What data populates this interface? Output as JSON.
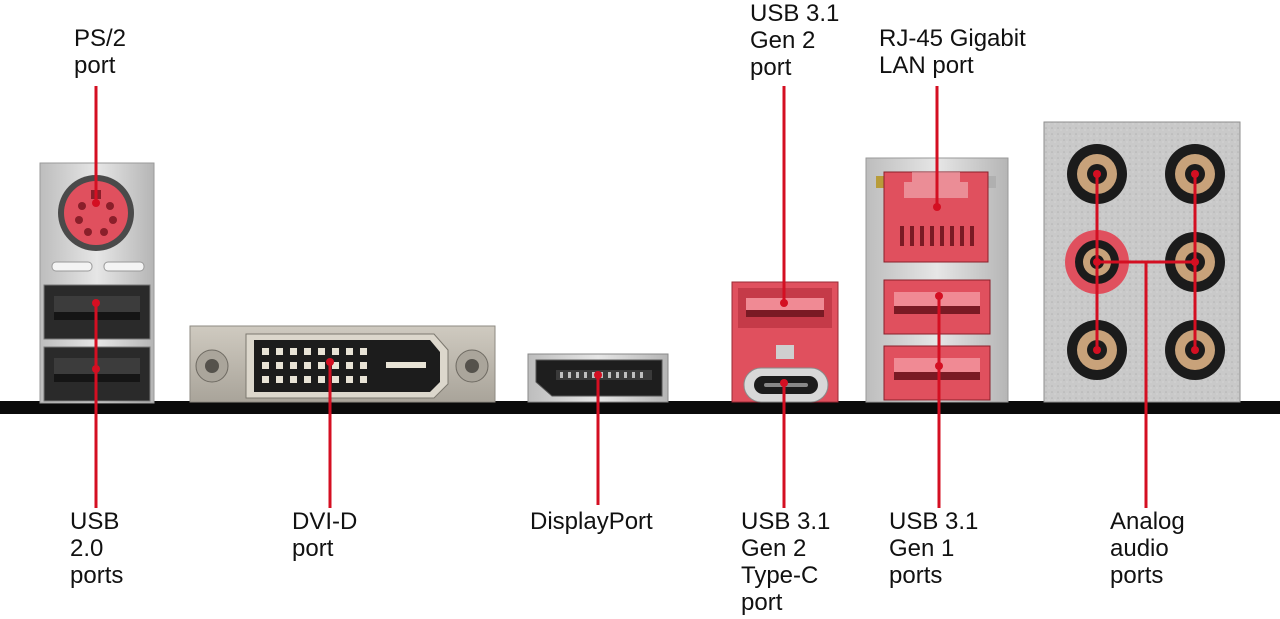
{
  "labels": {
    "ps2": "PS/2\nport",
    "usb20": "USB\n2.0\nports",
    "dvid": "DVI-D\nport",
    "displayport": "DisplayPort",
    "usb31_gen2": "USB 3.1\nGen 2\nport",
    "usb31_gen2_typec": "USB 3.1\nGen 2\nType-C\nport",
    "rj45": "RJ-45 Gigabit\nLAN port",
    "usb31_gen1": "USB 3.1\nGen 1\nports",
    "audio": "Analog\naudio\nports"
  },
  "colors": {
    "leader": "#d40f22",
    "accent_red": "#e0505e",
    "baseline": "#0a0a0a",
    "metal": "#cfcfcf",
    "audio_ring": "#c8a27a"
  }
}
